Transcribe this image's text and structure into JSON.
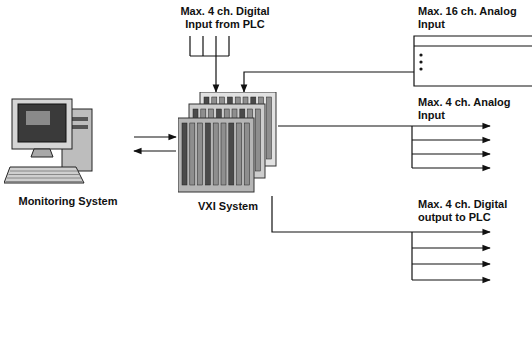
{
  "diagram": {
    "nodes": [
      {
        "text": [
          "Monitoring System"
        ]
      },
      {
        "text": [
          "VXI System"
        ]
      }
    ],
    "edges": [
      {
        "from": 0,
        "to": 1,
        "arrow": "to"
      },
      {
        "from": 1,
        "to": 0,
        "arrow": "to"
      }
    ],
    "labels": [
      "Max. 4 ch. Digital Input from PLC",
      "Max. 16 ch. Analog Input",
      "Max. 4 ch. Analog Input",
      "Max. 4 ch. Digital output to PLC"
    ]
  }
}
